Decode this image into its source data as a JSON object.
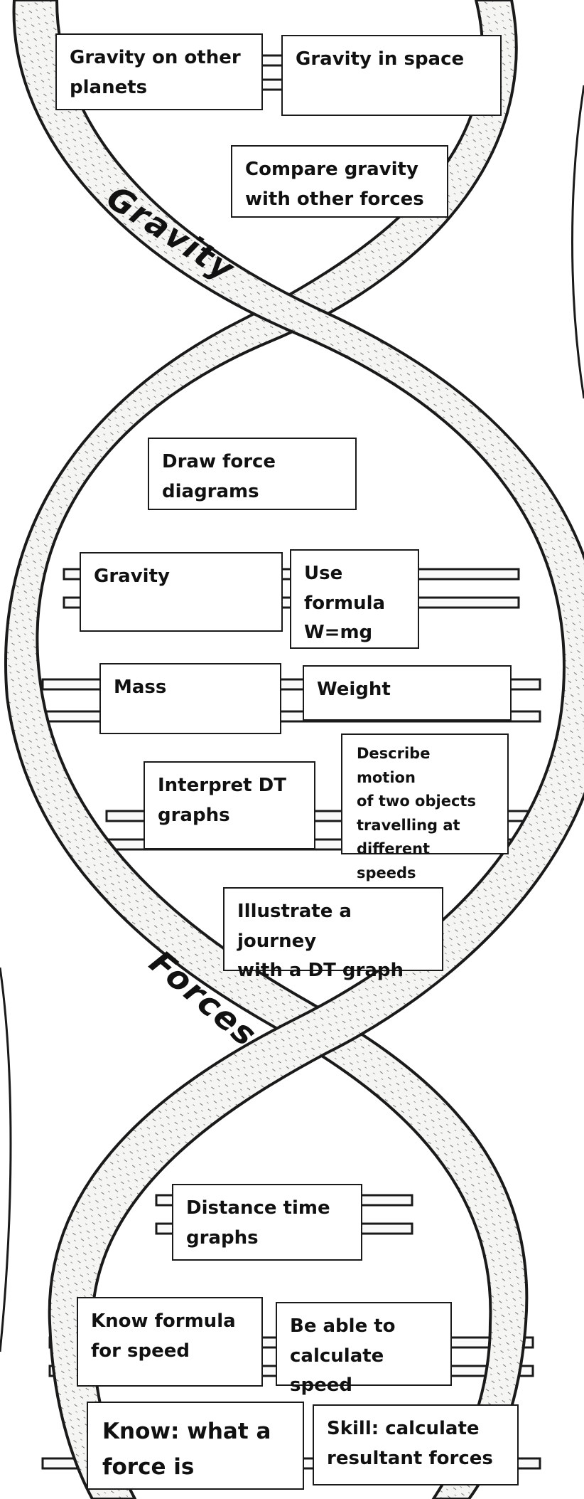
{
  "topics": {
    "upper": "Gravity",
    "lower": "Forces"
  },
  "boxes": {
    "gravity_other_planets": "Gravity on other\nplanets",
    "gravity_in_space": "Gravity in space",
    "compare_gravity": "Compare gravity\nwith other forces",
    "draw_force_diagrams": "Draw force\ndiagrams",
    "gravity": "Gravity",
    "use_formula": "Use formula\nW=mg",
    "mass": "Mass",
    "weight": "Weight",
    "interpret_dt": "Interpret DT\ngraphs",
    "describe_motion": "Describe motion\nof two objects\ntravelling at\ndifferent speeds",
    "illustrate_journey": "Illustrate a journey\nwith a DT graph",
    "distance_time": "Distance time\ngraphs",
    "know_formula_speed": "Know formula\nfor speed",
    "calculate_speed": "Be able to\ncalculate speed",
    "know_force": "Know: what a\nforce is",
    "skill_resultant": "Skill: calculate\nresultant forces"
  },
  "colors": {
    "ink": "#1a1a1a",
    "strand_fill": "#f4f4f2",
    "background": "#ffffff"
  }
}
